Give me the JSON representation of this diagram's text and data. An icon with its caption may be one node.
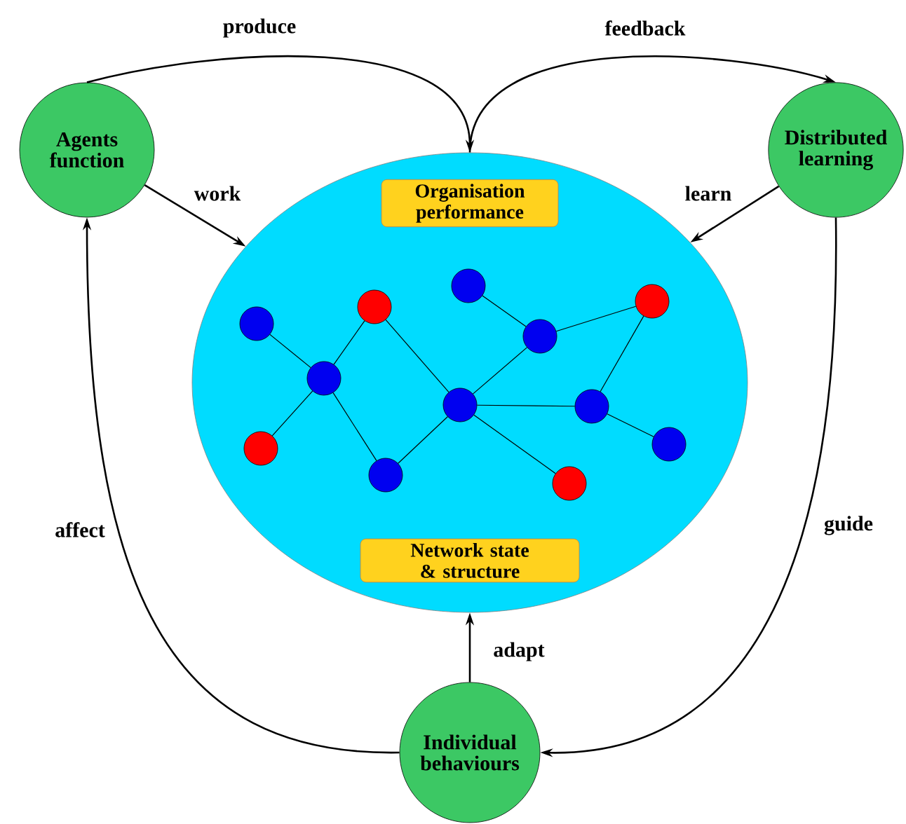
{
  "diagram": {
    "nodes": [
      {
        "text": [
          "Agents function"
        ]
      },
      {
        "text": [
          "Distributed learning"
        ]
      },
      {
        "text": [],
        "shape": "ellipse"
      },
      {
        "text": [
          "Organisation performance"
        ],
        "in": 2
      },
      {
        "text": [],
        "shape": "circle",
        "in": 2
      },
      {
        "text": [],
        "shape": "circle",
        "in": 2
      },
      {
        "text": [],
        "shape": "circle",
        "in": 2
      },
      {
        "text": [],
        "shape": "circle",
        "in": 2
      },
      {
        "text": [],
        "shape": "circle",
        "in": 2
      },
      {
        "text": [],
        "shape": "circle",
        "in": 2
      },
      {
        "text": [],
        "shape": "circle",
        "in": 2
      },
      {
        "text": [],
        "shape": "circle",
        "in": 2
      },
      {
        "text": [],
        "shape": "circle",
        "in": 2
      },
      {
        "text": [],
        "shape": "circle",
        "in": 2
      },
      {
        "text": [],
        "shape": "circle",
        "in": 2
      },
      {
        "text": [],
        "shape": "circle",
        "in": 2
      },
      {
        "text": [
          "Network state & structure"
        ],
        "in": 2
      },
      {
        "text": [
          "Individual behaviours"
        ]
      }
    ],
    "edges": [
      {
        "from": 0,
        "to": 2,
        "arrow": "to",
        "label": "produce"
      },
      {
        "from": 2,
        "to": 1,
        "arrow": "to",
        "label": "feedback"
      },
      {
        "from": 0,
        "to": 2,
        "arrow": "to",
        "label": "work"
      },
      {
        "from": 1,
        "to": 2,
        "arrow": "to",
        "label": "learn"
      },
      {
        "from": 17,
        "to": 0,
        "arrow": "to",
        "label": "affect"
      },
      {
        "from": 1,
        "to": 17,
        "arrow": "to",
        "label": "guide"
      },
      {
        "from": 17,
        "to": 2,
        "arrow": "to",
        "label": "adapt"
      },
      {
        "from": 4,
        "to": 6,
        "arrow": "none"
      },
      {
        "from": 6,
        "to": 7,
        "arrow": "none"
      },
      {
        "from": 5,
        "to": 6,
        "arrow": "none"
      },
      {
        "from": 6,
        "to": 8,
        "arrow": "none"
      },
      {
        "from": 7,
        "to": 9,
        "arrow": "none"
      },
      {
        "from": 8,
        "to": 9,
        "arrow": "none"
      },
      {
        "from": 9,
        "to": 11,
        "arrow": "none"
      },
      {
        "from": 10,
        "to": 11,
        "arrow": "none"
      },
      {
        "from": 11,
        "to": 14,
        "arrow": "none"
      },
      {
        "from": 14,
        "to": 13,
        "arrow": "none"
      },
      {
        "from": 9,
        "to": 13,
        "arrow": "none"
      },
      {
        "from": 13,
        "to": 15,
        "arrow": "none"
      },
      {
        "from": 9,
        "to": 12,
        "arrow": "none"
      }
    ]
  }
}
